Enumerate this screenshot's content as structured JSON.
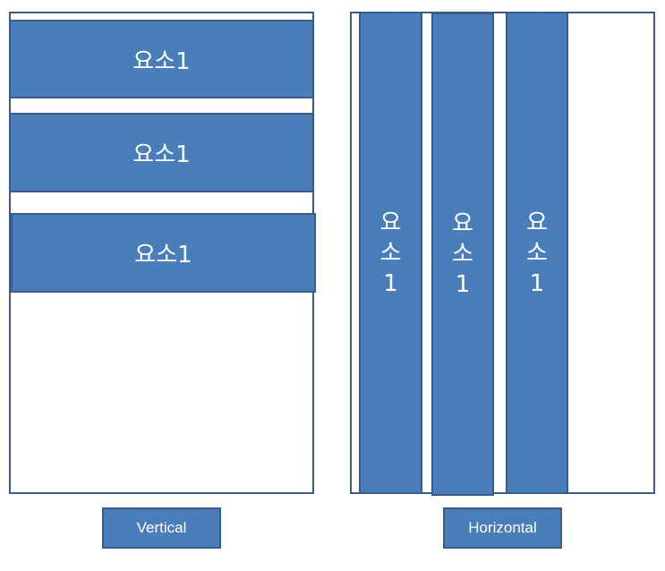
{
  "colors": {
    "block_fill": "#4a7ebb",
    "block_border": "#385d8a",
    "panel_border": "#3b5a86",
    "text": "#ffffff"
  },
  "vertical_panel": {
    "items": [
      {
        "label": "요소1"
      },
      {
        "label": "요소1"
      },
      {
        "label": "요소1"
      }
    ],
    "caption": "Vertical"
  },
  "horizontal_panel": {
    "items": [
      {
        "chars": [
          "요",
          "소",
          "1"
        ]
      },
      {
        "chars": [
          "요",
          "소",
          "1"
        ]
      },
      {
        "chars": [
          "요",
          "소",
          "1"
        ]
      }
    ],
    "caption": "Horizontal"
  }
}
